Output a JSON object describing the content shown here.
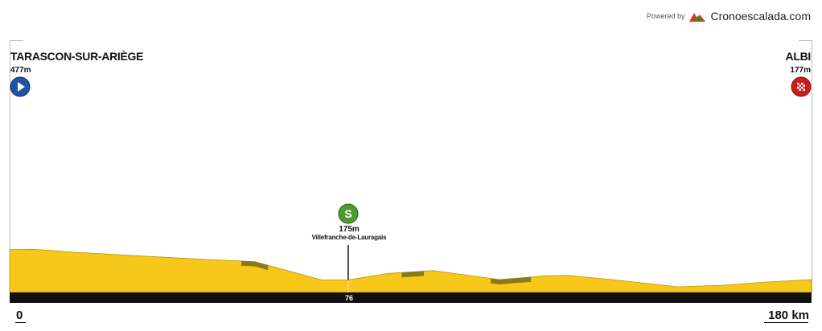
{
  "brand": {
    "powered": "Powered by",
    "name": "Cronoescalada.com"
  },
  "start": {
    "city": "TARASCON-SUR-ARIÈGE",
    "altitude": "477m"
  },
  "finish": {
    "city": "ALBI",
    "altitude": "177m"
  },
  "sprint": {
    "badge": "S",
    "altitude": "175m",
    "name": "Villefranche-de-Lauragais",
    "km_label": "76"
  },
  "axis": {
    "start": "0",
    "end": "180 km"
  },
  "colors": {
    "profile_fill": "#f7c819",
    "climb_fill": "#8a7a1c",
    "outline": "#b59610",
    "start_icon": "#1f53a8",
    "finish_icon": "#c81e1e",
    "sprint_icon": "#4f9a2e"
  },
  "chart_data": {
    "type": "area",
    "x_range": [
      0,
      180
    ],
    "x": [
      0,
      5,
      10,
      13,
      20,
      30,
      40,
      55,
      70,
      76,
      85,
      95,
      110,
      120,
      125,
      135,
      150,
      160,
      170,
      180
    ],
    "y": [
      477,
      480,
      466,
      454,
      437,
      412,
      388,
      357,
      175,
      175,
      240,
      268,
      178,
      215,
      221,
      179,
      106,
      121,
      154,
      177
    ],
    "climbs": [
      {
        "x": [
          52,
          58
        ],
        "label": ""
      },
      {
        "x": [
          88,
          93
        ],
        "label": ""
      },
      {
        "x": [
          108,
          117
        ],
        "label": ""
      }
    ],
    "markers": [
      {
        "type": "sprint",
        "km": 76,
        "altitude": 175,
        "name": "Villefranche-de-Lauragais"
      }
    ]
  }
}
